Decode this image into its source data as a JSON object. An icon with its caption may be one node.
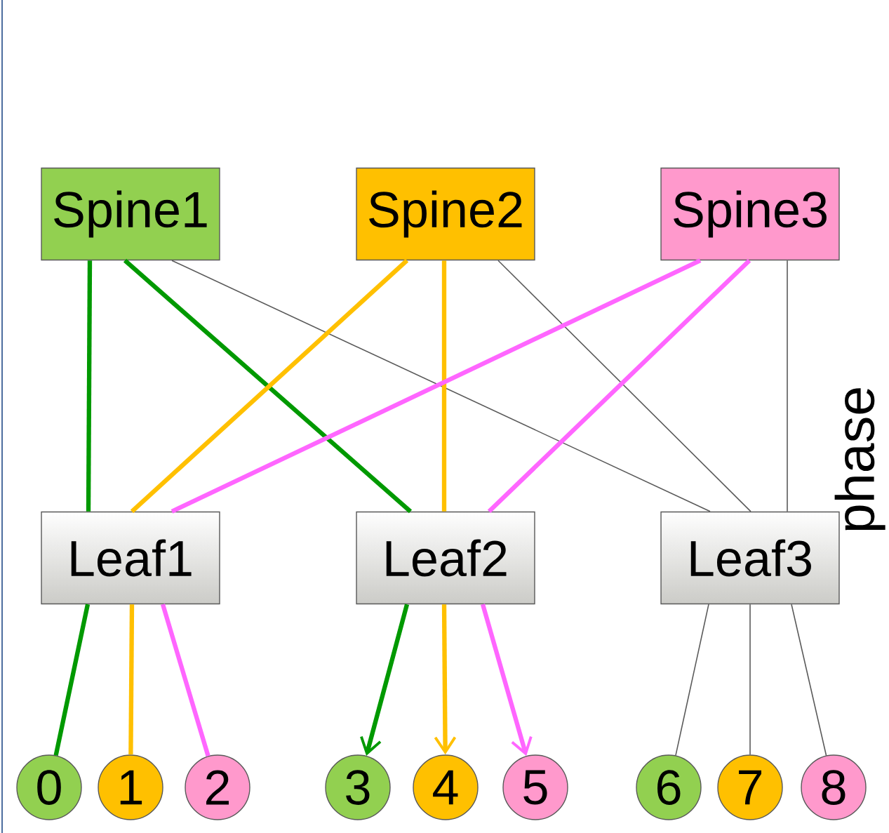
{
  "diagram": {
    "nodes": [
      {
        "text": [
          "Spine1"
        ]
      },
      {
        "text": [
          "Spine2"
        ]
      },
      {
        "text": [
          "Spine3"
        ]
      },
      {
        "text": [
          "Leaf1"
        ]
      },
      {
        "text": [
          "Leaf2"
        ]
      },
      {
        "text": [
          "Leaf3"
        ]
      },
      {
        "text": [
          "0"
        ]
      },
      {
        "text": [
          "1"
        ]
      },
      {
        "text": [
          "2"
        ]
      },
      {
        "text": [
          "3"
        ]
      },
      {
        "text": [
          "4"
        ]
      },
      {
        "text": [
          "5"
        ]
      },
      {
        "text": [
          "6"
        ]
      },
      {
        "text": [
          "7"
        ]
      },
      {
        "text": [
          "8"
        ]
      }
    ],
    "edges": [
      {
        "from": 0,
        "to": 3,
        "arrow": "none",
        "color": "#009900"
      },
      {
        "from": 0,
        "to": 4,
        "arrow": "none",
        "color": "#009900"
      },
      {
        "from": 0,
        "to": 5,
        "arrow": "none"
      },
      {
        "from": 1,
        "to": 3,
        "arrow": "none",
        "color": "#ffc000"
      },
      {
        "from": 1,
        "to": 4,
        "arrow": "none",
        "color": "#ffc000"
      },
      {
        "from": 1,
        "to": 5,
        "arrow": "none"
      },
      {
        "from": 2,
        "to": 3,
        "arrow": "none",
        "color": "#ff66ff"
      },
      {
        "from": 2,
        "to": 4,
        "arrow": "none",
        "color": "#ff66ff"
      },
      {
        "from": 2,
        "to": 5,
        "arrow": "none"
      },
      {
        "from": 3,
        "to": 6,
        "arrow": "none",
        "color": "#009900"
      },
      {
        "from": 3,
        "to": 7,
        "arrow": "none",
        "color": "#ffc000"
      },
      {
        "from": 3,
        "to": 8,
        "arrow": "none",
        "color": "#ff66ff"
      },
      {
        "from": 4,
        "to": 9,
        "arrow": "to",
        "color": "#009900"
      },
      {
        "from": 4,
        "to": 10,
        "arrow": "to",
        "color": "#ffc000"
      },
      {
        "from": 4,
        "to": 11,
        "arrow": "to",
        "color": "#ff66ff"
      },
      {
        "from": 5,
        "to": 12,
        "arrow": "none"
      },
      {
        "from": 5,
        "to": 13,
        "arrow": "none"
      },
      {
        "from": 5,
        "to": 14,
        "arrow": "none"
      }
    ],
    "labels": [
      "phase"
    ]
  }
}
